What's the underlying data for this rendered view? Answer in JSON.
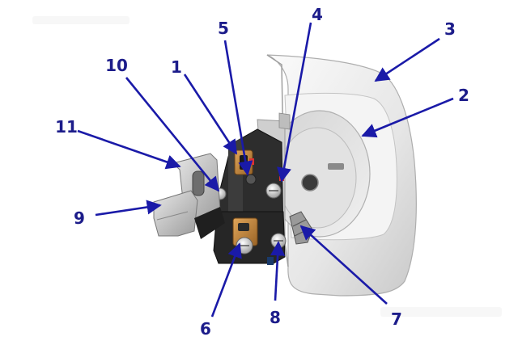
{
  "colors": {
    "arrow": "#1a1aa8",
    "label": "#1c1c8a",
    "cover_light": "#f2f2f2",
    "cover_mid": "#dcdcdc",
    "cover_dark": "#b8b8b8",
    "body_dark": "#2b2b2b",
    "terminal": "#c78a3c",
    "metal": "#c8c8c8"
  },
  "callouts": [
    {
      "id": "1",
      "label": "1"
    },
    {
      "id": "2",
      "label": "2"
    },
    {
      "id": "3",
      "label": "3"
    },
    {
      "id": "4",
      "label": "4"
    },
    {
      "id": "5",
      "label": "5"
    },
    {
      "id": "6",
      "label": "6"
    },
    {
      "id": "7",
      "label": "7"
    },
    {
      "id": "8",
      "label": "8"
    },
    {
      "id": "9",
      "label": "9"
    },
    {
      "id": "10",
      "label": "10"
    },
    {
      "id": "11",
      "label": "11"
    }
  ]
}
